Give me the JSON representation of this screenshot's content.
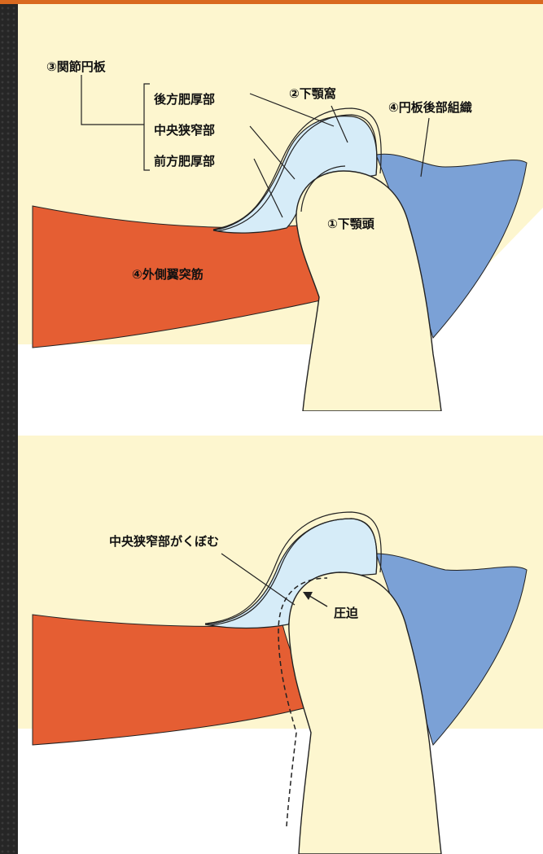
{
  "colors": {
    "bone": "#fdf6cf",
    "disc": "#d6ecf8",
    "retrodiscal": "#7ba1d6",
    "muscle": "#e55e33",
    "frame_accent": "#d9691f"
  },
  "top_diagram": {
    "labels": {
      "articular_disc": "③関節円板",
      "posterior_band": "後方肥厚部",
      "intermediate_zone": "中央狭窄部",
      "anterior_band": "前方肥厚部",
      "mandibular_fossa": "②下顎窩",
      "retrodiscal_tissue": "④円板後部組織",
      "condyle": "①下顎頭",
      "lateral_pterygoid": "④外側翼突筋"
    }
  },
  "bottom_diagram": {
    "labels": {
      "intermediate_depressed": "中央狭窄部がくぼむ",
      "compression": "圧迫"
    }
  }
}
